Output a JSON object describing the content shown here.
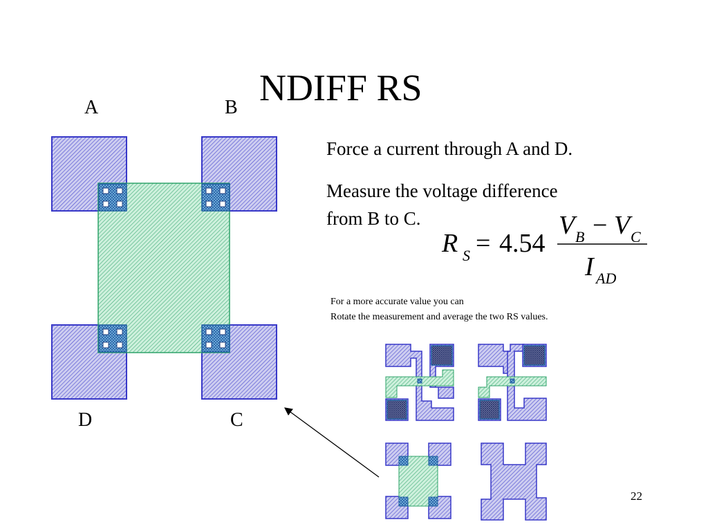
{
  "slide": {
    "title": "NDIFF RS",
    "labels": {
      "a": "A",
      "b": "B",
      "c": "C",
      "d": "D"
    },
    "text": {
      "line1": "Force a current through A and D.",
      "line2": "Measure the voltage difference",
      "line3": "from B to C."
    },
    "formula": {
      "lhs_symbol": "R",
      "lhs_subscript": "S",
      "equals": "=",
      "coefficient": "4.54",
      "numerator_v1": "V",
      "numerator_v1_sub": "B",
      "minus": "−",
      "numerator_v2": "V",
      "numerator_v2_sub": "C",
      "denominator_symbol": "I",
      "denominator_sub": "AD"
    },
    "note": {
      "line1": "For a more accurate value you can",
      "line2": "Rotate the measurement and average the two RS values."
    },
    "page_number": "22",
    "colors": {
      "metal_pad": "#3838c8",
      "metal_fill": "#c8c8ee",
      "diffusion": "#2ea36a",
      "diffusion_fill": "#c7efd9",
      "contact": "#1f5f9f",
      "contact_fill": "#6fb6d9"
    }
  }
}
